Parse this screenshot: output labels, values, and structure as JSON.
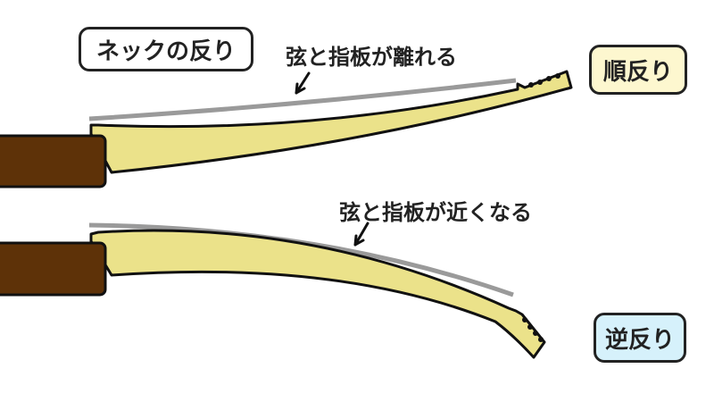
{
  "title": "ネックの反り",
  "top": {
    "caption": "弦と指板が離れる",
    "badge": "順反り",
    "badge_color": "#fdf7cf"
  },
  "bottom": {
    "caption": "弦と指板が近くなる",
    "badge": "逆反り",
    "badge_color": "#d6f1fb"
  },
  "colors": {
    "neck": "#ebe28a",
    "body": "#5e3208",
    "string": "#9a9a9a"
  }
}
